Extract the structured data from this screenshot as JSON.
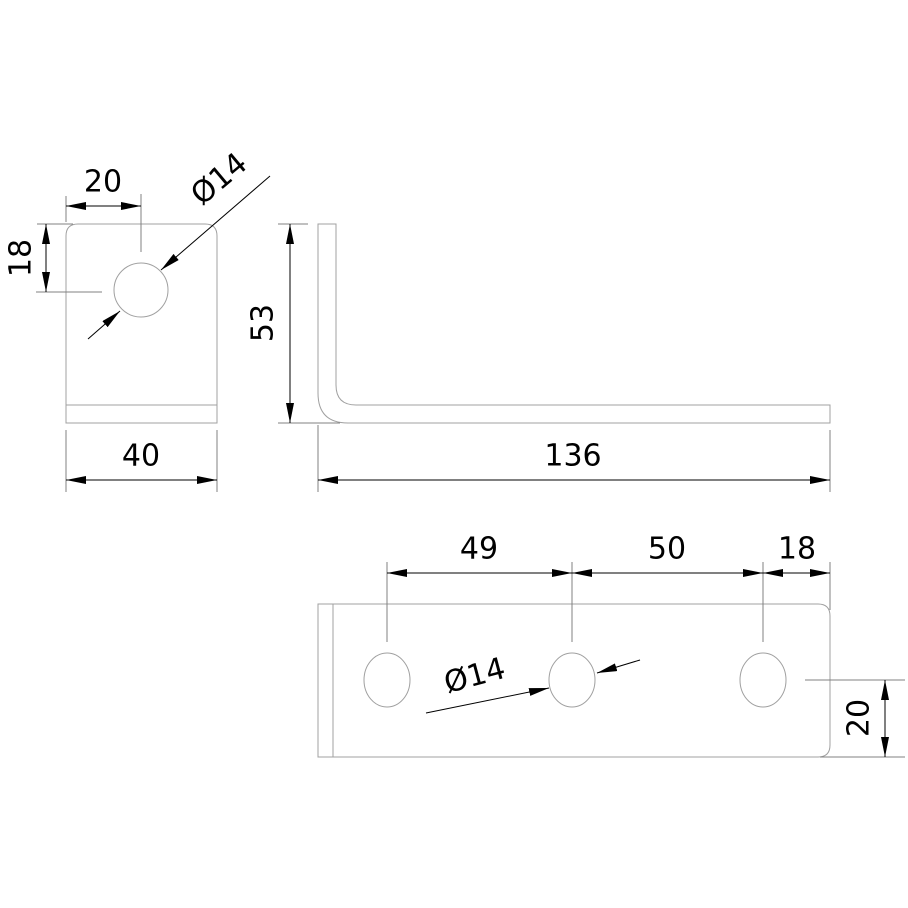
{
  "front_view": {
    "dim_hole_x": "20",
    "dim_hole_y": "18",
    "dim_hole_diameter": "Ø14",
    "dim_width": "40"
  },
  "side_view": {
    "dim_height": "53",
    "dim_length": "136"
  },
  "top_view": {
    "dim_pitch_1": "49",
    "dim_pitch_2": "50",
    "dim_edge": "18",
    "dim_hole_diameter": "Ø14",
    "dim_hole_y": "20"
  },
  "colors": {
    "part_line": "#a0a0a0",
    "dimension_line": "#000000"
  }
}
